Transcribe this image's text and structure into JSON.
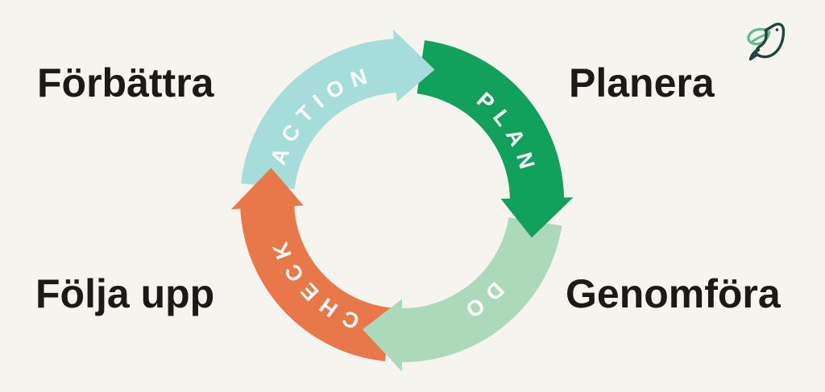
{
  "page": {
    "background_color": "#f6f4ee"
  },
  "logo": {
    "name": "bird-with-leaf-logo",
    "bird_color": "#1d443f",
    "leaf_color": "#5ebd8b"
  },
  "corner_labels": {
    "top_left": "Förbättra",
    "top_right": "Planera",
    "bottom_left": "Följa upp",
    "bottom_right": "Genomföra",
    "text_color": "#1b1a17"
  },
  "chart_data": {
    "type": "cycle-diagram",
    "title": "PDCA cycle (Plan–Do–Check–Act) with Swedish translations",
    "direction": "clockwise",
    "arc_text_color": "#ffffff",
    "segments": [
      {
        "label": "ACTION",
        "translation": "Förbättra",
        "color": "#a6dcd9",
        "position": "top-left",
        "tip_bearing_deg": 14,
        "text_bearing_deg": 317
      },
      {
        "label": "PLAN",
        "translation": "Planera",
        "color": "#12a15b",
        "position": "top-right",
        "tip_bearing_deg": 106,
        "text_bearing_deg": 58
      },
      {
        "label": "DO",
        "translation": "Genomföra",
        "color": "#abd9ba",
        "position": "bottom-right",
        "tip_bearing_deg": 197,
        "text_bearing_deg": 142
      },
      {
        "label": "CHECK",
        "translation": "Följa upp",
        "color": "#e8784a",
        "position": "bottom-left",
        "tip_bearing_deg": 284,
        "text_bearing_deg": 227
      }
    ]
  }
}
